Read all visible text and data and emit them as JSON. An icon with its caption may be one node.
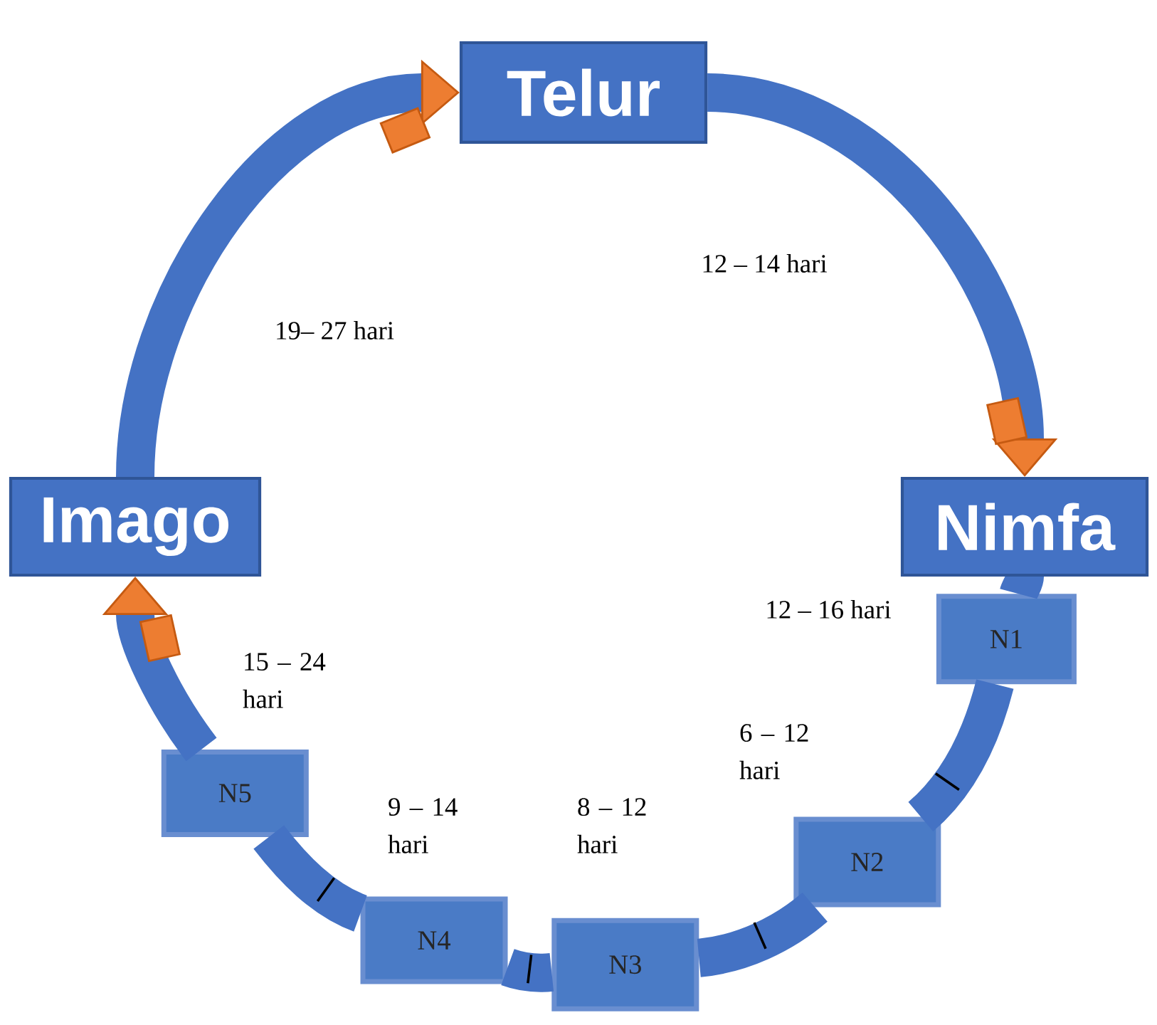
{
  "diagram": {
    "nodes": [
      {
        "text": [
          "Telur"
        ]
      },
      {
        "text": [
          "Imago"
        ]
      },
      {
        "text": [
          "Nimfa"
        ]
      },
      {
        "text": [
          "N1"
        ]
      },
      {
        "text": [
          "N2"
        ]
      },
      {
        "text": [
          "N3"
        ]
      },
      {
        "text": [
          "N4"
        ]
      },
      {
        "text": [
          "N5"
        ]
      }
    ],
    "edges": [
      {
        "from": 0,
        "to": 2,
        "arrow": "to"
      },
      {
        "from": 2,
        "to": 3,
        "arrow": "none"
      },
      {
        "from": 3,
        "to": 4,
        "arrow": "none"
      },
      {
        "from": 4,
        "to": 5,
        "arrow": "none"
      },
      {
        "from": 5,
        "to": 6,
        "arrow": "none"
      },
      {
        "from": 6,
        "to": 7,
        "arrow": "none"
      },
      {
        "from": 7,
        "to": 1,
        "arrow": "to"
      },
      {
        "from": 1,
        "to": 0,
        "arrow": "to"
      }
    ],
    "labels": [
      "12 – 14 hari",
      "19– 27 hari",
      "12 – 16 hari",
      "15 – 24 hari",
      "6 – 12 hari",
      "9 – 14 hari",
      "8 – 12 hari"
    ]
  }
}
